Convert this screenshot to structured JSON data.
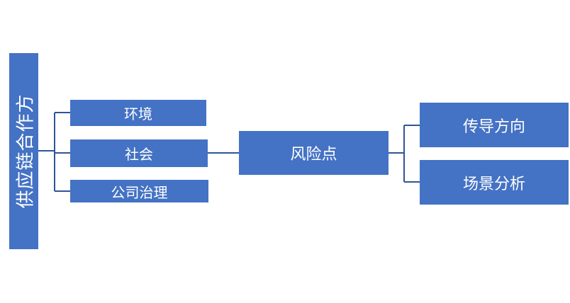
{
  "diagram": {
    "root": {
      "label": "供应链合作方"
    },
    "categories": [
      {
        "label": "环境"
      },
      {
        "label": "社会"
      },
      {
        "label": "公司治理"
      }
    ],
    "center": {
      "label": "风险点"
    },
    "outcomes": [
      {
        "label": "传导方向"
      },
      {
        "label": "场景分析"
      }
    ],
    "colors": {
      "box_fill": "#4472C4",
      "connector": "#2F5597",
      "text": "#ffffff"
    }
  }
}
